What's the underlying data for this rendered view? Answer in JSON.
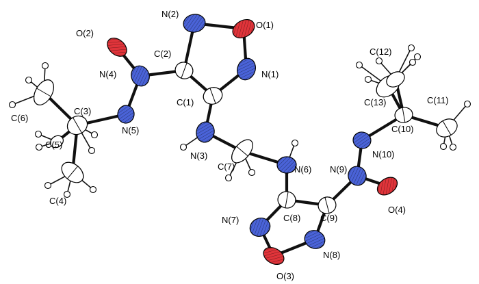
{
  "colors": {
    "carbon": "#ffffff",
    "nitrogen": "#4a63d8",
    "oxygen": "#e0343a",
    "hydrogen": "#ffffff",
    "outline": "#000000",
    "bond": "#111111"
  },
  "labels": {
    "O1": "O(1)",
    "O2": "O(2)",
    "O3": "O(3)",
    "O4": "O(4)",
    "N1": "N(1)",
    "N2": "N(2)",
    "N3": "N(3)",
    "N4": "N(4)",
    "N5": "N(5)",
    "N6": "N(6)",
    "N7": "N(7)",
    "N8": "N(8)",
    "N9": "N(9)",
    "N10": "N(10)",
    "C1": "C(1)",
    "C2": "C(2)",
    "C3": "C(3)",
    "C4": "C(4)",
    "C5": "C(5)",
    "C6": "C(6)",
    "C7": "C(7)",
    "C8": "C(8)",
    "C9": "C(9)",
    "C10": "C(10)",
    "C11": "C(11)",
    "C12": "C(12)",
    "C13": "C(13)"
  }
}
